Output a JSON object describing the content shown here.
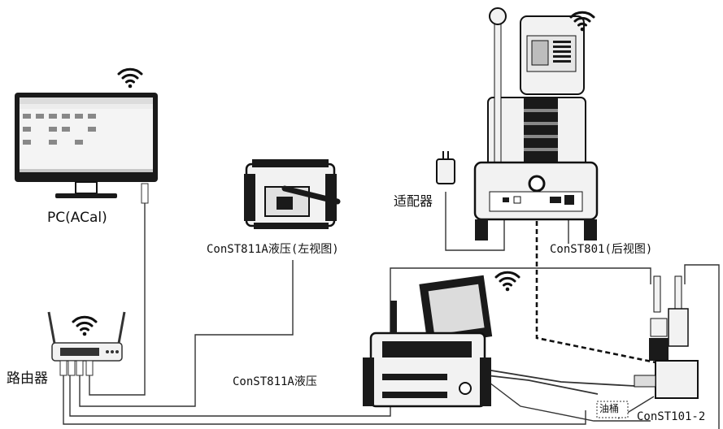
{
  "labels": {
    "pc": "PC(ACal)",
    "router": "路由器",
    "adapter": "适配器",
    "const811a_side": "ConST811A液压(左视图)",
    "const801_rear": "ConST801(后视图)",
    "const811a": "ConST811A液压",
    "const101": "ConST101-2",
    "oil_tank": "油桶"
  },
  "colors": {
    "line": "#333333",
    "device_dark": "#1a1a1a",
    "device_body": "#f2f2f2"
  },
  "icons": [
    "wifi-icon",
    "wifi-icon",
    "wifi-icon",
    "wifi-icon"
  ]
}
